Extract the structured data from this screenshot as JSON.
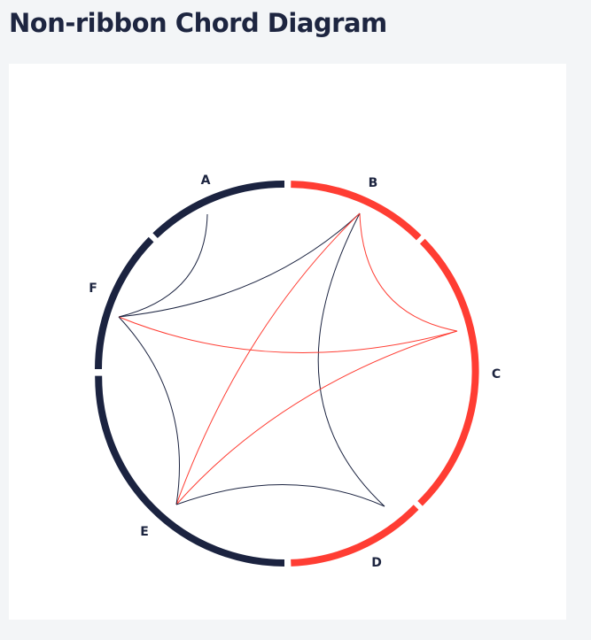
{
  "page": {
    "title": "Non-ribbon Chord Diagram"
  },
  "colors": {
    "navy": "#1b2340",
    "red": "#ff3d33",
    "background": "#f3f5f7",
    "card": "#ffffff"
  },
  "diagram": {
    "groups": [
      {
        "id": "A",
        "label": "A",
        "color": "navy",
        "start_deg": -90,
        "end_deg": -31
      },
      {
        "id": "B",
        "label": "B",
        "color": "red",
        "start_deg": -88,
        "end_deg": -30
      },
      {
        "id": "C",
        "label": "C",
        "color": "red",
        "start_deg": -28,
        "end_deg": 57
      },
      {
        "id": "D",
        "label": "D",
        "color": "red",
        "start_deg": 59,
        "end_deg": 90
      },
      {
        "id": "E",
        "label": "E",
        "color": "navy",
        "start_deg": 92,
        "end_deg": 179
      },
      {
        "id": "F",
        "label": "F",
        "color": "navy",
        "start_deg": -178,
        "end_deg": -93
      }
    ],
    "chords": [
      {
        "from": "A",
        "to": "F",
        "color": "navy"
      },
      {
        "from": "B",
        "to": "F",
        "color": "navy"
      },
      {
        "from": "B",
        "to": "C",
        "color": "red"
      },
      {
        "from": "B",
        "to": "D",
        "color": "navy"
      },
      {
        "from": "B",
        "to": "E",
        "color": "red"
      },
      {
        "from": "C",
        "to": "F",
        "color": "red"
      },
      {
        "from": "C",
        "to": "E",
        "color": "red"
      },
      {
        "from": "D",
        "to": "E",
        "color": "navy"
      },
      {
        "from": "E",
        "to": "F",
        "color": "navy"
      }
    ]
  }
}
